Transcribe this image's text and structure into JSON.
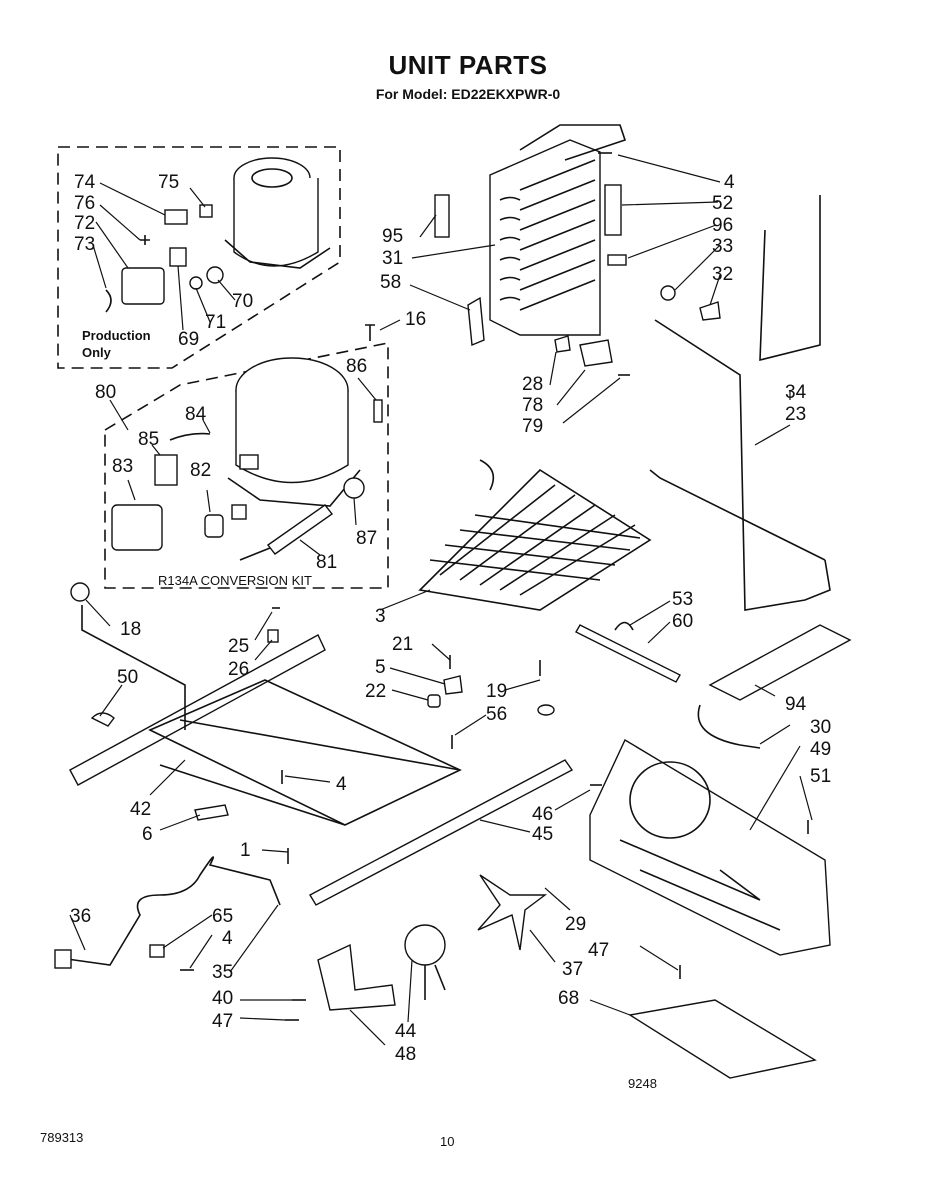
{
  "header": {
    "title": "UNIT PARTS",
    "subtitle": "For Model: ED22EKXPWR-0"
  },
  "notes": {
    "production": [
      "Production",
      "Only"
    ],
    "kit": "R134A  CONVERSION  KIT"
  },
  "footer": {
    "doc_number": "789313",
    "page": "10",
    "figure": "9248"
  },
  "labels": {
    "p74": "74",
    "p75": "75",
    "p76": "76",
    "p72": "72",
    "p73": "73",
    "p69": "69",
    "p71": "71",
    "p70": "70",
    "p80": "80",
    "p84": "84",
    "p85": "85",
    "p86": "86",
    "p83": "83",
    "p82": "82",
    "p87": "87",
    "p81": "81",
    "p16": "16",
    "p95": "95",
    "p31": "31",
    "p58": "58",
    "p28": "28",
    "p78": "78",
    "p79": "79",
    "p4a": "4",
    "p52": "52",
    "p96": "96",
    "p33": "33",
    "p32": "32",
    "p34": "34",
    "p23": "23",
    "p18": "18",
    "p25": "25",
    "p26": "26",
    "p50": "50",
    "p3": "3",
    "p21": "21",
    "p5": "5",
    "p22": "22",
    "p19": "19",
    "p56": "56",
    "p53": "53",
    "p60": "60",
    "p94": "94",
    "p30": "30",
    "p49": "49",
    "p51": "51",
    "p42": "42",
    "p4b": "4",
    "p6": "6",
    "p46": "46",
    "p45": "45",
    "p1": "1",
    "p36": "36",
    "p65": "65",
    "p4c": "4",
    "p35": "35",
    "p40": "40",
    "p47a": "47",
    "p48": "48",
    "p44": "44",
    "p29": "29",
    "p47b": "47",
    "p37": "37",
    "p68": "68"
  }
}
